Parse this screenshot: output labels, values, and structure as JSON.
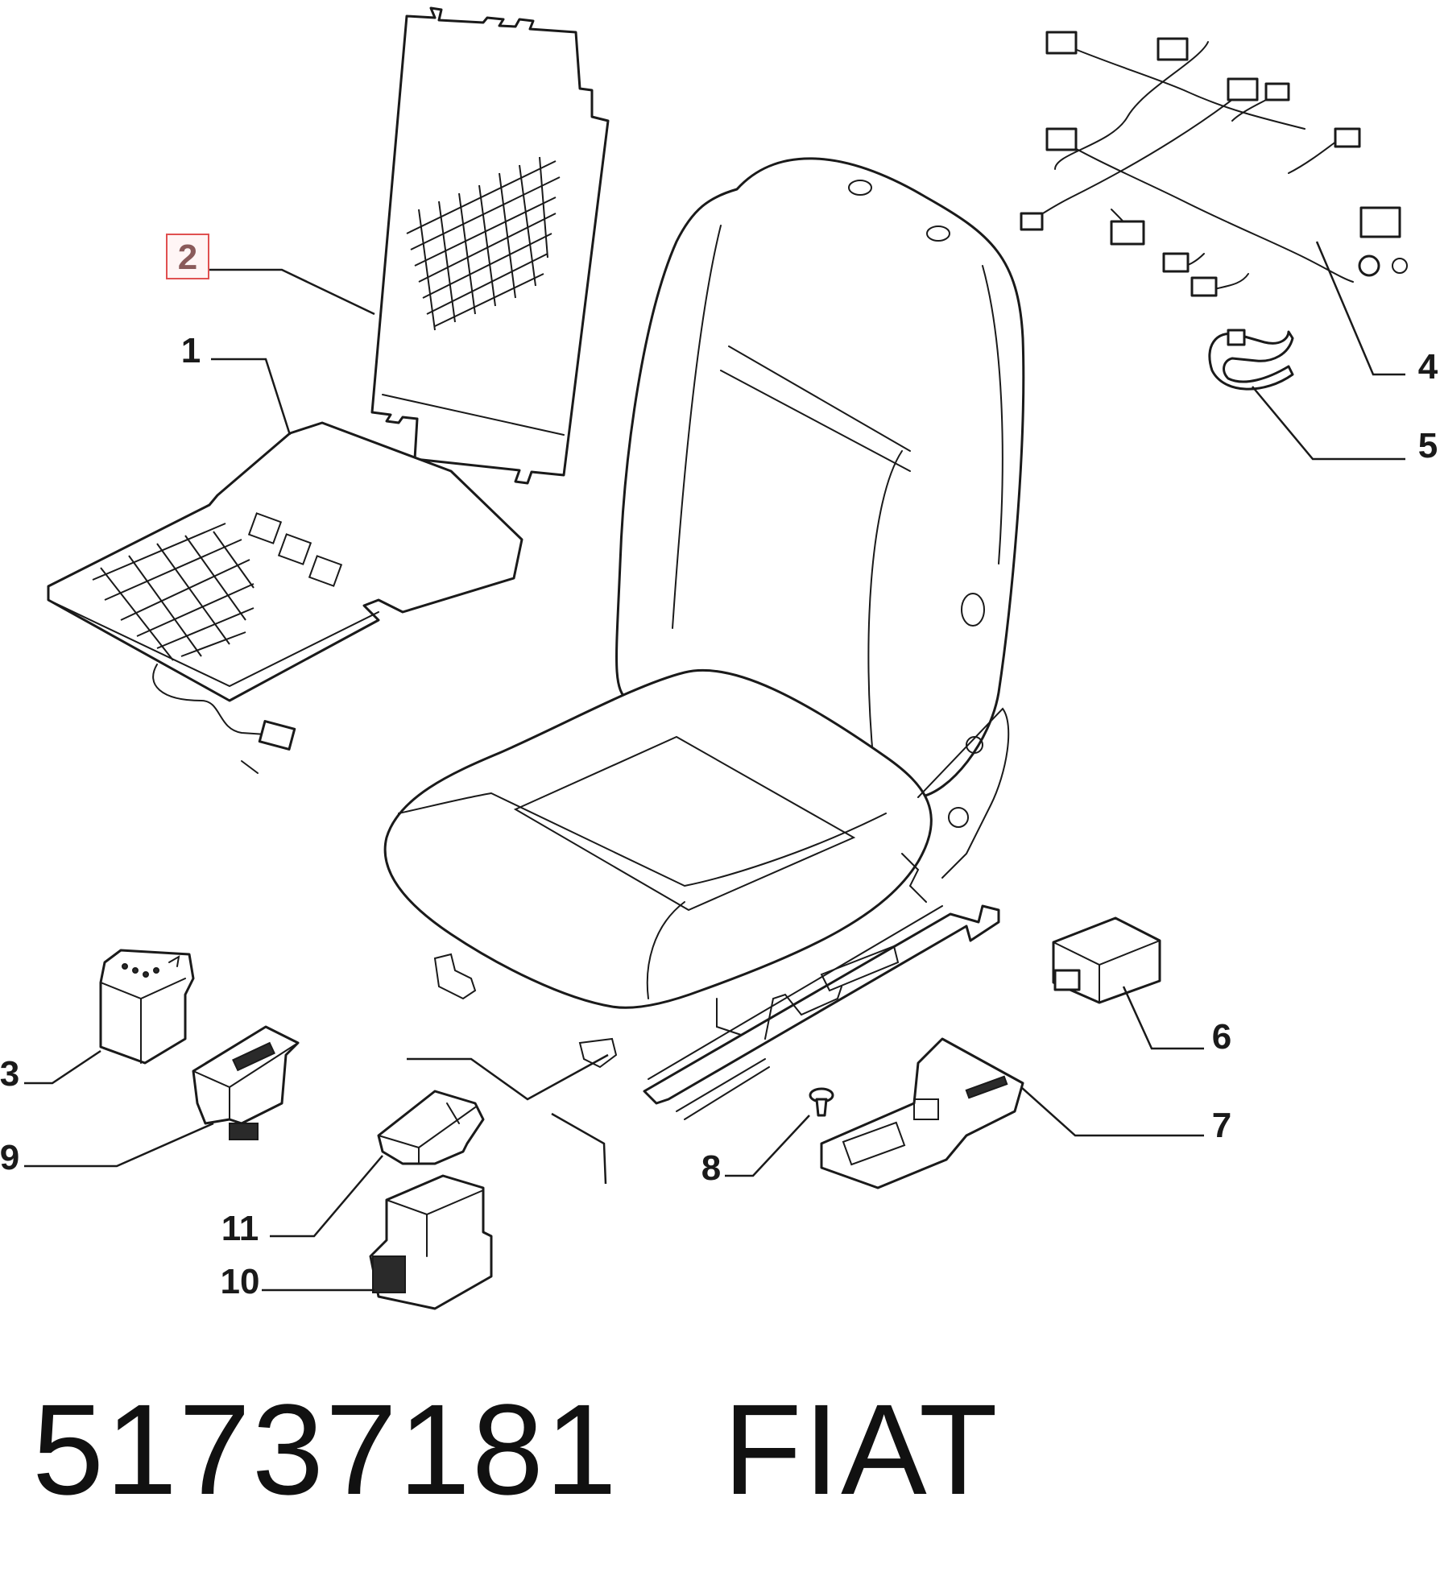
{
  "callouts": {
    "c1": "1",
    "c2": "2",
    "c3": "3",
    "c4": "4",
    "c5": "5",
    "c6": "6",
    "c7": "7",
    "c8": "8",
    "c9": "9",
    "c10": "10",
    "c11": "11"
  },
  "highlighted_callout": "2",
  "caption": {
    "part_number": "51737181",
    "brand": "FIAT"
  },
  "colors": {
    "line": "#1a1a1a",
    "highlight_border": "#e05050",
    "highlight_text": "#8a5a5a"
  }
}
